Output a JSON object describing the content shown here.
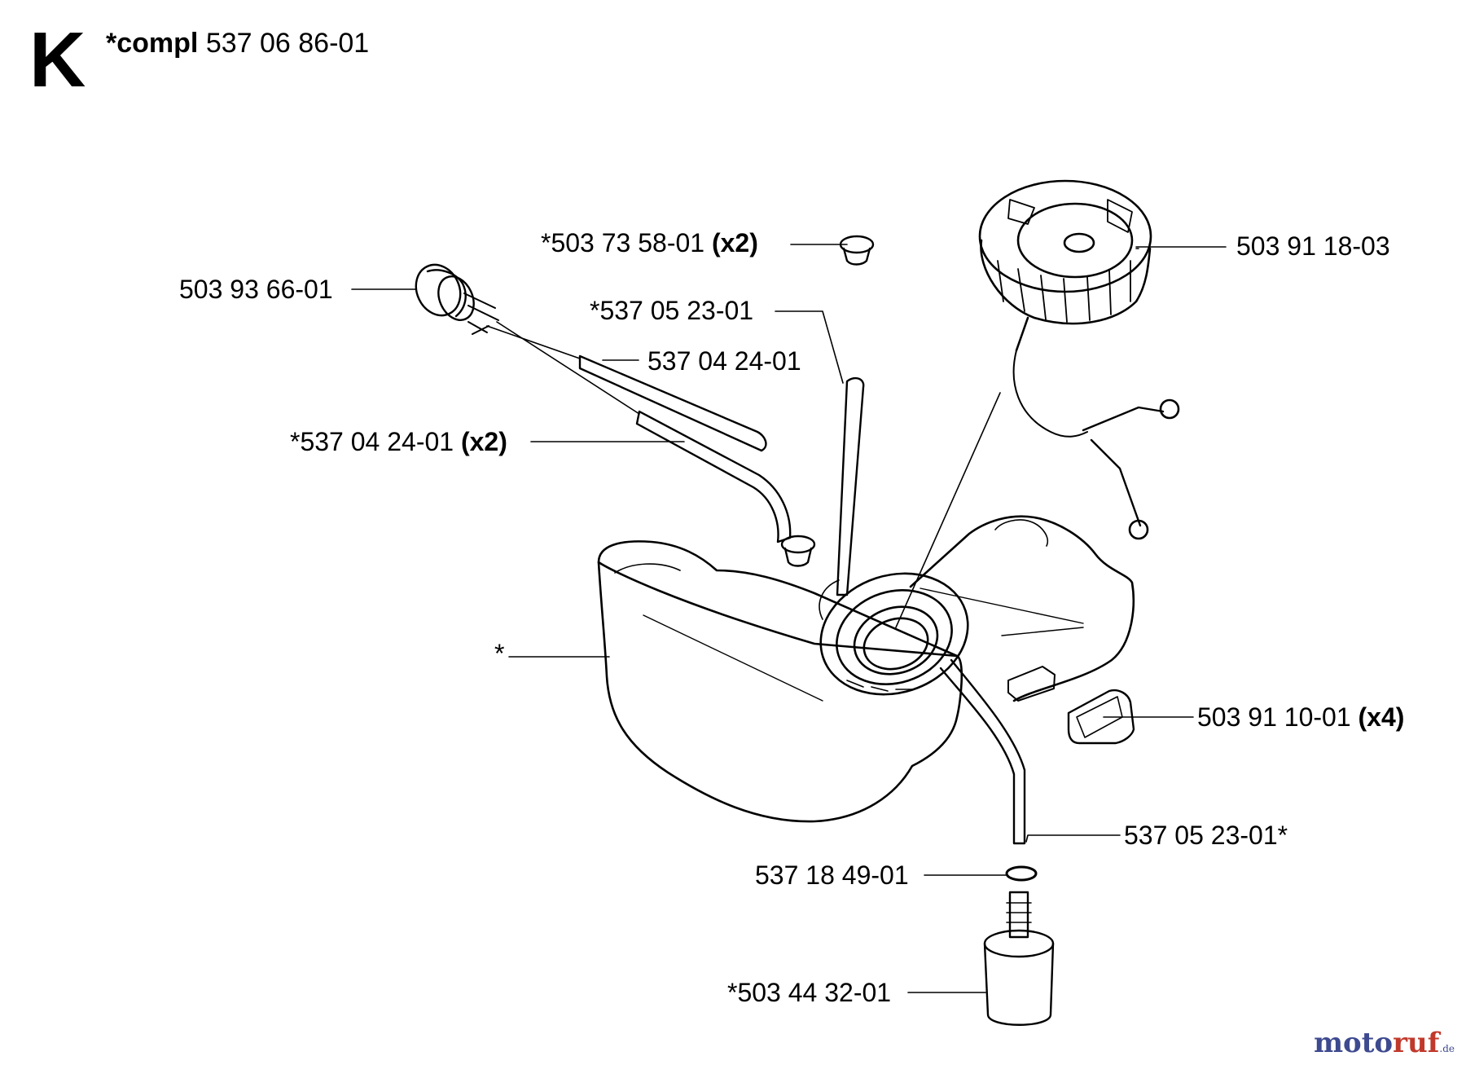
{
  "header": {
    "section_letter": "K",
    "assembly_prefix": "*compl",
    "assembly_number": "537 06 86-01"
  },
  "callouts": {
    "fuel_cap": {
      "number": "503 91 18-03",
      "qty": ""
    },
    "grommet_top": {
      "number": "*503 73 58-01",
      "qty": "(x2)"
    },
    "primer_bulb": {
      "number": "503 93 66-01",
      "qty": ""
    },
    "hose_left_a": {
      "number": "*537 05 23-01",
      "qty": ""
    },
    "hose_b": {
      "number": "537 04 24-01",
      "qty": ""
    },
    "hose_c": {
      "number": "*537 04 24-01",
      "qty": "(x2)"
    },
    "tank": {
      "number": "*",
      "qty": ""
    },
    "rubber_mount": {
      "number": "503 91 10-01",
      "qty": "(x4)"
    },
    "fuel_hose": {
      "number": "537 05 23-01*",
      "qty": ""
    },
    "o_ring": {
      "number": "537 18 49-01",
      "qty": ""
    },
    "fuel_filter": {
      "number": "*503 44 32-01",
      "qty": ""
    }
  },
  "watermark": {
    "brand_a": "moto",
    "brand_b": "ruf",
    "suffix": ".de"
  }
}
